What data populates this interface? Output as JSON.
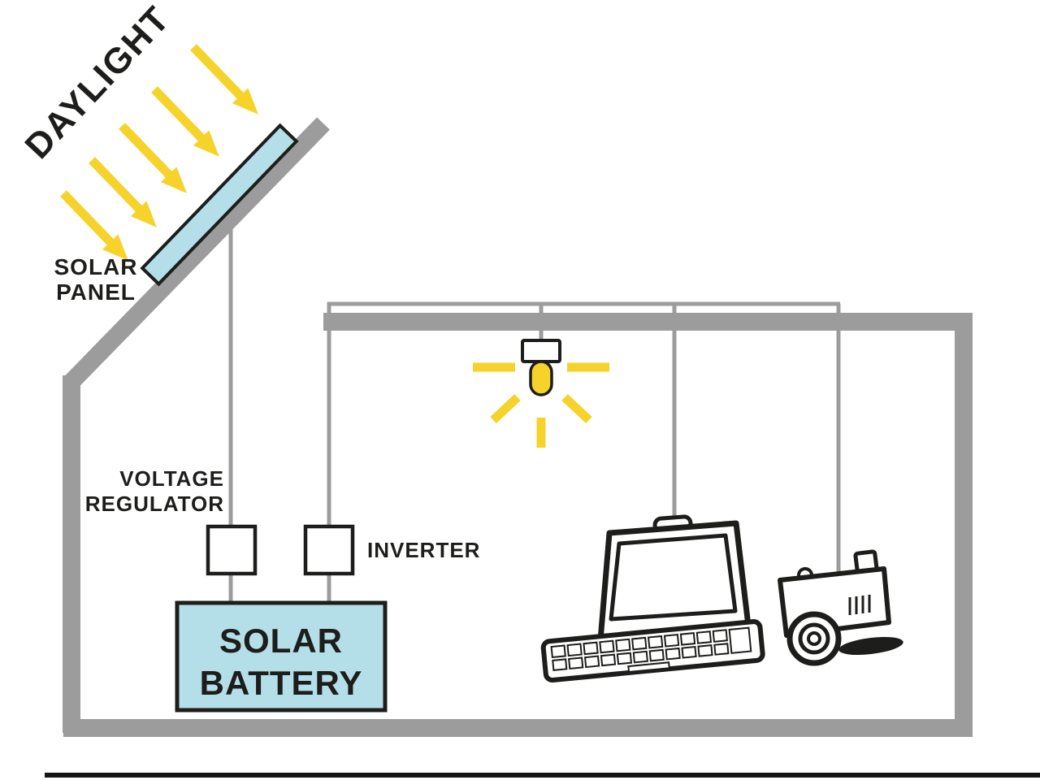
{
  "title": "Solar power system diagram",
  "colors": {
    "structure_gray": "#9c9c9c",
    "sun_yellow": "#f6d32b",
    "panel_blue": "#b5dfe8",
    "ink_black": "#1d1d1b",
    "white": "#ffffff"
  },
  "labels": {
    "daylight": "DAYLIGHT",
    "solar_panel": {
      "line1": "SOLAR",
      "line2": "PANEL"
    },
    "voltage_regulator": {
      "line1": "VOLTAGE",
      "line2": "REGULATOR"
    },
    "inverter": "INVERTER",
    "solar_battery": {
      "line1": "SOLAR",
      "line2": "BATTERY"
    }
  },
  "icons": [
    {
      "name": "sun-arrow-icon",
      "meaning": "yellow daylight ray arrow hitting the solar panel"
    },
    {
      "name": "light-bulb-icon",
      "meaning": "ceiling light bulb glowing with yellow rays"
    },
    {
      "name": "laptop-icon",
      "meaning": "laptop computer appliance"
    },
    {
      "name": "camera-icon",
      "meaning": "camera appliance"
    }
  ]
}
